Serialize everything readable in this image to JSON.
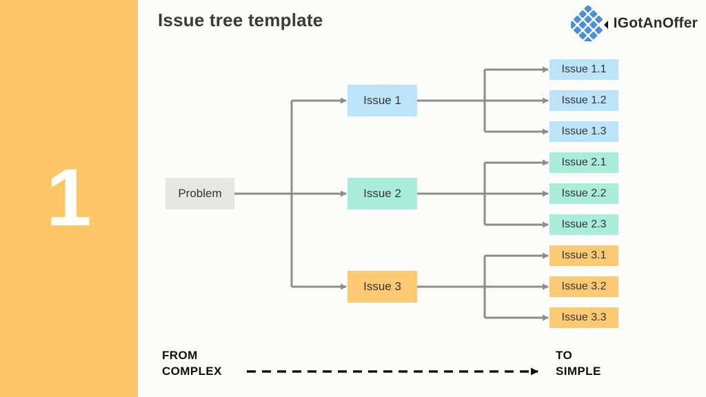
{
  "sidebar": {
    "step_number": "1",
    "bg_color": "#fdc667"
  },
  "header": {
    "title": "Issue tree template"
  },
  "logo": {
    "text": "IGotAnOffer",
    "icon": "diamond-grid-icon",
    "icon_color": "#4a90d5",
    "icon_accent_color": "#111111"
  },
  "diagram": {
    "connector_color": "#8c8c8c",
    "root": {
      "label": "Problem",
      "bg_color": "#e6e6e5"
    },
    "branches": [
      {
        "label": "Issue 1",
        "bg_color": "#bce4f8",
        "children": [
          "Issue 1.1",
          "Issue 1.2",
          "Issue 1.3"
        ]
      },
      {
        "label": "Issue 2",
        "bg_color": "#a9ecd9",
        "children": [
          "Issue 2.1",
          "Issue 2.2",
          "Issue 2.3"
        ]
      },
      {
        "label": "Issue 3",
        "bg_color": "#fdca73",
        "children": [
          "Issue 3.1",
          "Issue 3.2",
          "Issue 3.3"
        ]
      }
    ]
  },
  "footer": {
    "from_line1": "FROM",
    "from_line2": "COMPLEX",
    "to_line1": "TO",
    "to_line2": "SIMPLE",
    "arrow_color": "#111111"
  }
}
